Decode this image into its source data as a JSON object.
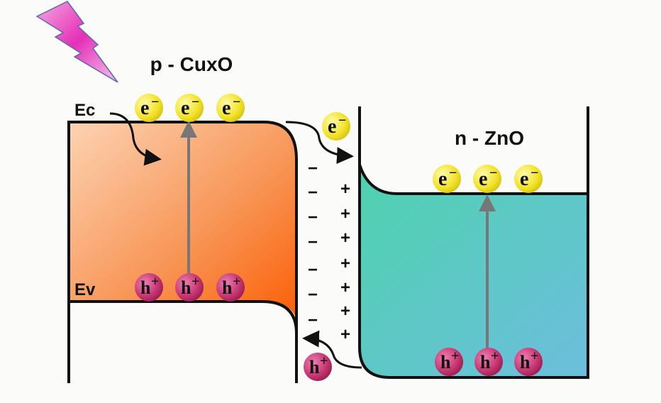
{
  "labels": {
    "p_material": "p - CuxO",
    "n_material": "n - ZnO",
    "conduction_band": "Ec",
    "valence_band": "Ev"
  },
  "particles": {
    "electron": "e",
    "electron_sup": "−",
    "hole": "h",
    "hole_sup": "+"
  },
  "depletion": {
    "negative": "−",
    "positive": "+"
  },
  "colors": {
    "p_region": "#f97a2e",
    "n_region": "#55cbb3",
    "electron": "#f3e12c",
    "hole": "#c23a78",
    "light": "#e83ccc"
  }
}
